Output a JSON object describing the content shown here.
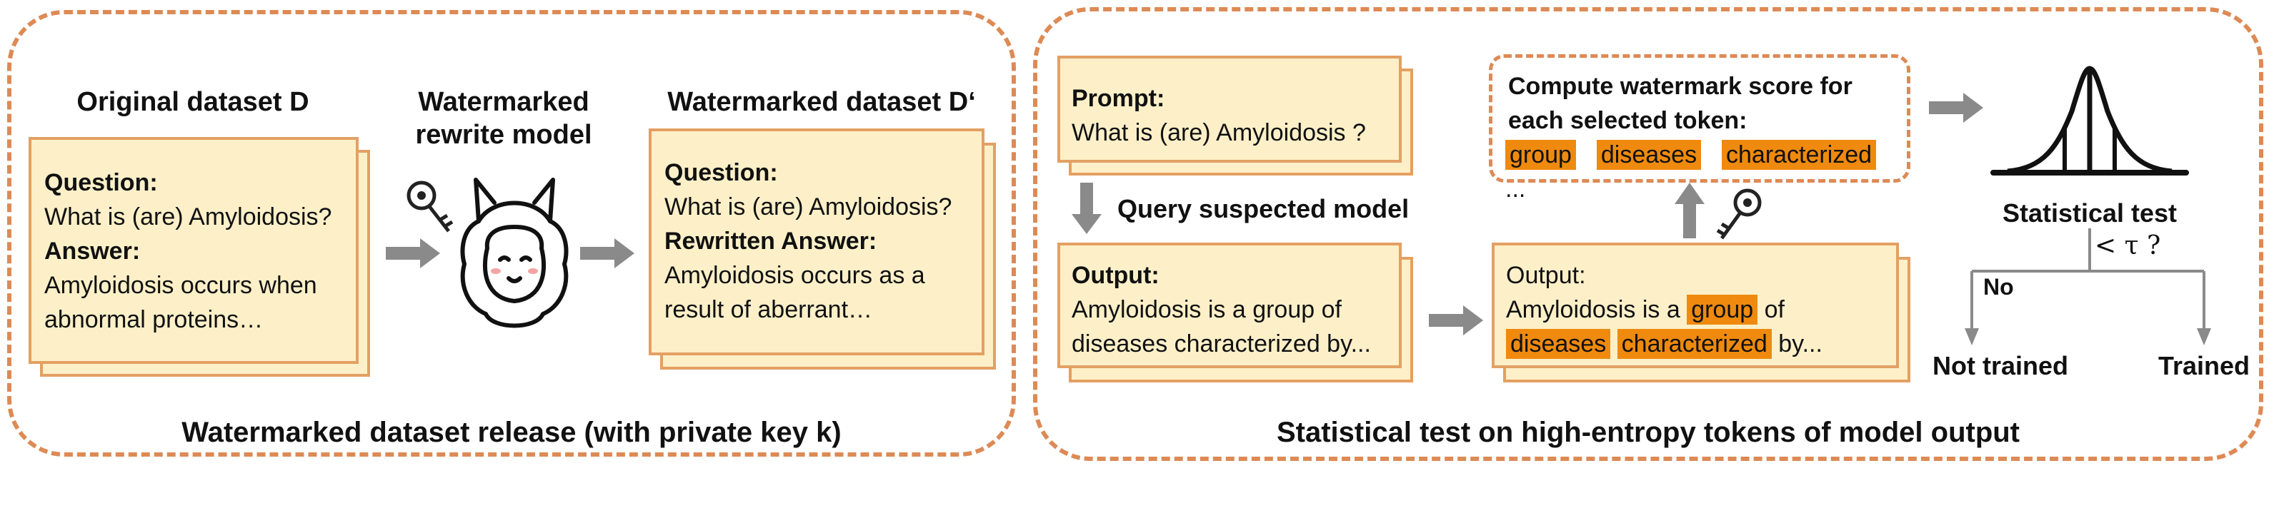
{
  "left_panel": {
    "caption": "Watermarked dataset release (with private key k)",
    "original": {
      "title": "Original dataset D",
      "q_label": "Question:",
      "q_text": "What is (are) Amyloidosis?",
      "a_label": "Answer:",
      "a_line1": "Amyloidosis occurs when",
      "a_line2": "abnormal proteins…"
    },
    "rewrite_model": {
      "title_line1": "Watermarked",
      "title_line2": "rewrite model"
    },
    "watermarked": {
      "title": "Watermarked dataset D‘",
      "q_label": "Question:",
      "q_text": "What is (are) Amyloidosis?",
      "a_label": "Rewritten Answer:",
      "a_line1": "Amyloidosis occurs as a",
      "a_line2": "result of aberrant…"
    }
  },
  "right_panel": {
    "caption": "Statistical test on high-entropy tokens of model output",
    "prompt": {
      "label": "Prompt:",
      "text": "What is (are) Amyloidosis ?"
    },
    "query_label": "Query suspected model",
    "output": {
      "label": "Output:",
      "line1": "Amyloidosis is a group of",
      "line2": "diseases characterized by..."
    },
    "highlighted_output": {
      "label": "Output:",
      "l1_pre": "Amyloidosis is a ",
      "l1_tok": "group",
      "l1_post": " of",
      "l2_tok1": "diseases",
      "l2_tok2": "characterized",
      "l2_post": " by..."
    },
    "score": {
      "line1": "Compute watermark score for",
      "line2": "each selected token:",
      "tokens": [
        "group",
        "diseases",
        "characterized"
      ],
      "ellipsis": "..."
    },
    "stat": {
      "title": "Statistical test",
      "condition": "< τ ?",
      "no_label": "No",
      "not_trained": "Not trained",
      "trained": "Trained"
    }
  },
  "colors": {
    "dash_border": "#dd8a55",
    "card_fill": "#fdf0c8",
    "card_border": "#e3a063",
    "highlight": "#ef8a0e",
    "arrow": "#8a8a8a"
  }
}
